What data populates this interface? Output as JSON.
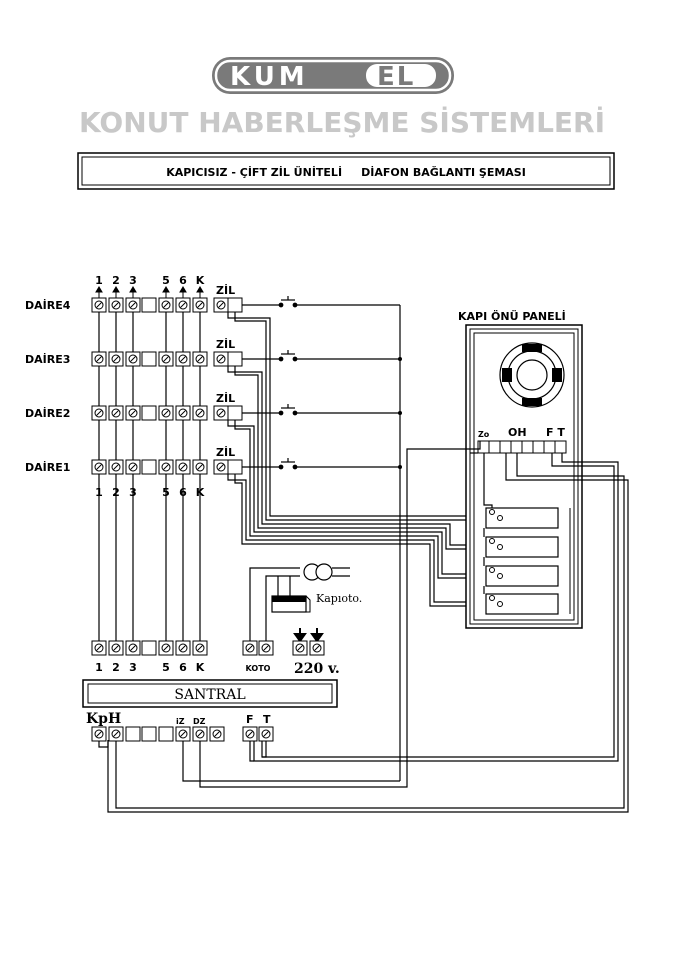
{
  "logo": {
    "text_left": "KUM",
    "text_right": "EL"
  },
  "headline": "KONUT  HABERLEŞME   SİSTEMLERİ",
  "subtitle": "KAPICISIZ - ÇİFT ZİL ÜNİTELİ     DİAFON BAĞLANTI ŞEMASI",
  "apartments": [
    {
      "label": "DAİRE4",
      "bell": "ZİL"
    },
    {
      "label": "DAİRE3",
      "bell": "ZİL"
    },
    {
      "label": "DAİRE2",
      "bell": "ZİL"
    },
    {
      "label": "DAİRE1",
      "bell": "ZİL"
    }
  ],
  "terminal_labels": [
    "1",
    "2",
    "3",
    "5",
    "6",
    "K"
  ],
  "panel": {
    "title": "KAPI ÖNÜ PANELİ",
    "zo": "Zo",
    "oh": "OH",
    "ft": "F T"
  },
  "kapi_oto": "Kapıoto.",
  "bottom_terminals": {
    "koto": "KOTO",
    "power": "220 v."
  },
  "santral": {
    "label": "SANTRAL",
    "kph": "KpH",
    "iz": "iZ",
    "dz": "DZ",
    "f": "F",
    "t": "T"
  }
}
